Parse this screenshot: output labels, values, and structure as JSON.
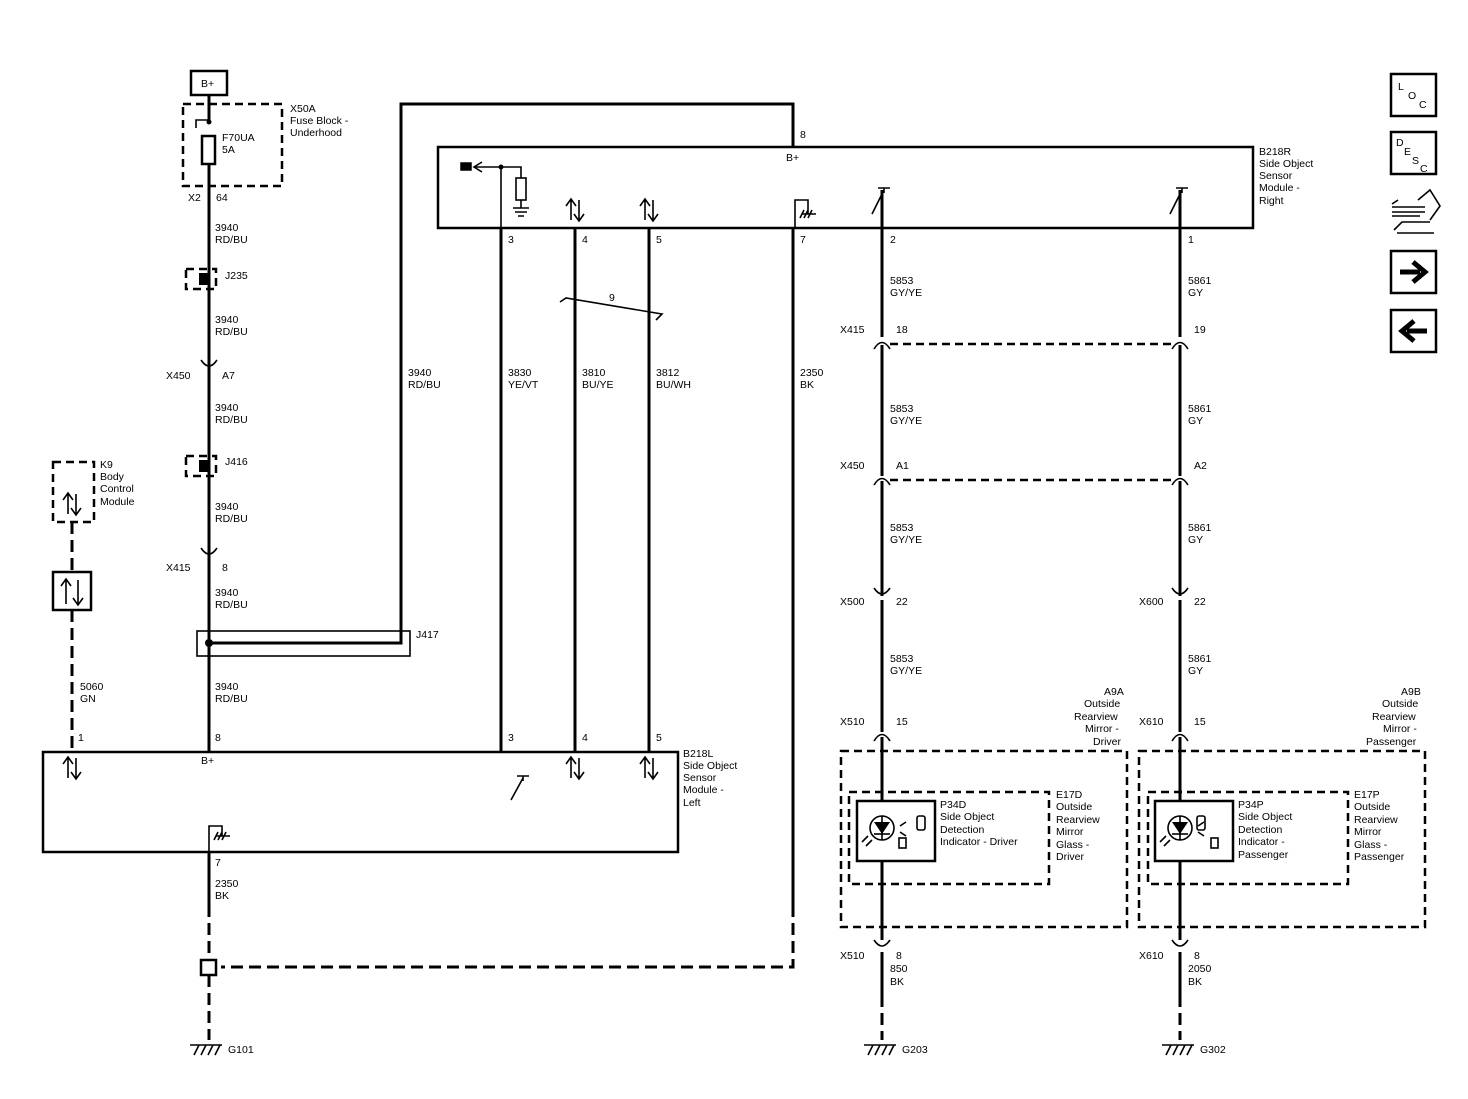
{
  "power": {
    "label": "B+"
  },
  "fuse_block": {
    "id": "X50A",
    "name_l1": "Fuse Block -",
    "name_l2": "Underhood",
    "fuse": "F70UA",
    "amps": "5A",
    "conn": "X2",
    "pin": "64"
  },
  "wires": {
    "rdbu_circuit": "3940",
    "rdbu_color": "RD/BU",
    "j235": "J235",
    "j416": "J416",
    "j417": "J417",
    "x450_a7": {
      "conn": "X450",
      "pin": "A7"
    },
    "x415_8": {
      "conn": "X415",
      "pin": "8"
    },
    "rdbu_long_circuit": "3940",
    "rdbu_long_color": "RD/BU",
    "yevt": {
      "circuit": "3830",
      "color": "YE/VT"
    },
    "buye": {
      "circuit": "3810",
      "color": "BU/YE"
    },
    "buwh": {
      "circuit": "3812",
      "color": "BU/WH"
    },
    "bk_right": {
      "circuit": "2350",
      "color": "BK"
    },
    "twist": "9",
    "gn": {
      "circuit": "5060",
      "color": "GN"
    },
    "bk_left": {
      "circuit": "2350",
      "color": "BK"
    }
  },
  "right_module": {
    "id": "B218R",
    "l1": "Side Object",
    "l2": "Sensor",
    "l3": "Module -",
    "l4": "Right",
    "pin_top": "8",
    "bplus": "B+",
    "pins": [
      "3",
      "4",
      "5",
      "7",
      "2",
      "1"
    ]
  },
  "left_module": {
    "id": "B218L",
    "l1": "Side Object",
    "l2": "Sensor",
    "l3": "Module -",
    "l4": "Left",
    "pins": [
      "1",
      "8",
      "3",
      "4",
      "5"
    ],
    "bplus": "B+",
    "pin_gnd": "7"
  },
  "bcm": {
    "id": "K9",
    "l1": "Body",
    "l2": "Control",
    "l3": "Module"
  },
  "driver_path": {
    "circuit": "5853",
    "color": "GY/YE",
    "x415": {
      "conn": "X415",
      "pin": "18"
    },
    "x450": {
      "conn": "X450",
      "pin": "A1"
    },
    "x500": {
      "conn": "X500",
      "pin": "22"
    },
    "x510": {
      "conn": "X510",
      "pin": "15"
    },
    "x510b": {
      "conn": "X510",
      "pin": "8"
    },
    "gnd_circuit": "850",
    "gnd_color": "BK",
    "ground": "G203"
  },
  "passenger_path": {
    "circuit": "5861",
    "color": "GY",
    "x415": {
      "conn": "X415",
      "pin": "19"
    },
    "x450": {
      "conn": "X450",
      "pin": "A2"
    },
    "x600": {
      "conn": "X600",
      "pin": "22"
    },
    "x610": {
      "conn": "X610",
      "pin": "15"
    },
    "x610b": {
      "conn": "X610",
      "pin": "8"
    },
    "gnd_circuit": "2050",
    "gnd_color": "BK",
    "ground": "G302"
  },
  "a9a": {
    "id": "A9A",
    "l1": "Outside",
    "l2": "Rearview",
    "l3": "Mirror -",
    "l4": "Driver"
  },
  "a9b": {
    "id": "A9B",
    "l1": "Outside",
    "l2": "Rearview",
    "l3": "Mirror -",
    "l4": "Passenger"
  },
  "e17d": {
    "id": "E17D",
    "l1": "Outside",
    "l2": "Rearview",
    "l3": "Mirror",
    "l4": "Glass -",
    "l5": "Driver"
  },
  "e17p": {
    "id": "E17P",
    "l1": "Outside",
    "l2": "Rearview",
    "l3": "Mirror",
    "l4": "Glass -",
    "l5": "Passenger"
  },
  "p34d": {
    "id": "P34D",
    "l1": "Side Object",
    "l2": "Detection",
    "l3": "Indicator - Driver"
  },
  "p34p": {
    "id": "P34P",
    "l1": "Side Object",
    "l2": "Detection",
    "l3": "Indicator -",
    "l4": "Passenger"
  },
  "ground_left": "G101",
  "nav": {
    "loc": {
      "a": "L",
      "b": "O",
      "c": "C"
    },
    "desc": {
      "a": "D",
      "b": "E",
      "c": "S",
      "d": "C"
    }
  }
}
